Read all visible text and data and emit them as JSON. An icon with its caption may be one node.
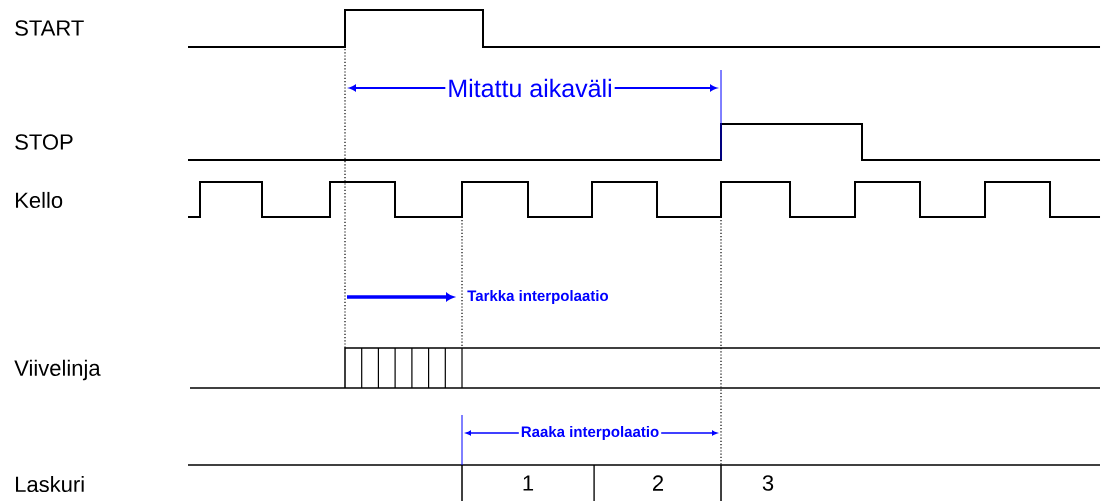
{
  "diagram": {
    "labels": [
      "START",
      "Mitattu aikaväli",
      "STOP",
      "Kello",
      "Tarkka interpolaatio",
      "Viivelinja",
      "Raaka interpolaatio",
      "Laskuri",
      "1",
      "2",
      "3"
    ]
  }
}
